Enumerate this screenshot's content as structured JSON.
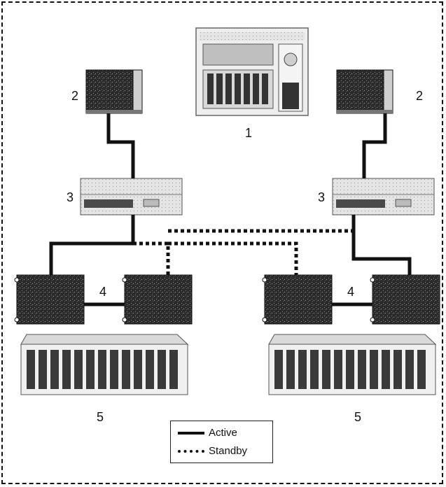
{
  "labels": {
    "server": "1",
    "hba_left": "2",
    "hba_right": "2",
    "switch_left": "3",
    "switch_right": "3",
    "controllers_left": "4",
    "controllers_right": "4",
    "storage_left": "5",
    "storage_right": "5"
  },
  "legend": {
    "active": "Active",
    "standby": "Standby"
  },
  "colors": {
    "line": "#111111",
    "device_dark": "#2b2b2b",
    "device_light": "#e9e9e9"
  }
}
